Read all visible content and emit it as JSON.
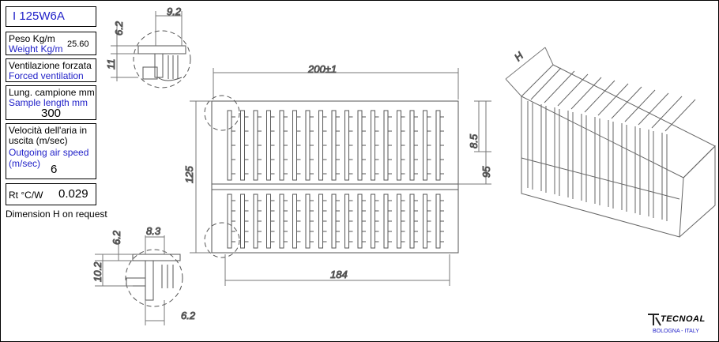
{
  "drawing": {
    "code": "I 125W6A",
    "note": "Dimension H on request"
  },
  "specs": {
    "weight": {
      "label_it": "Peso Kg/m",
      "label_en": "Weight Kg/m",
      "value": "25.60"
    },
    "ventilation": {
      "label_it": "Ventilazione forzata",
      "label_en": "Forced ventilation"
    },
    "sample_length": {
      "label_it": "Lung. campione mm",
      "label_en": "Sample length mm",
      "value": "300"
    },
    "air_speed": {
      "label_it_1": "Velocità dell'aria in",
      "label_it_2": "uscita (m/sec)",
      "label_en_1": "Outgoing air speed",
      "label_en_2": "(m/sec)",
      "value": "6"
    },
    "rt": {
      "label": "Rt °C/W",
      "value": "0.029"
    }
  },
  "dimensions": {
    "top_detail_width": "9.2",
    "top_detail_h1": "6.2",
    "top_detail_h2": "11",
    "width_total": "200±1",
    "height_total": "125",
    "right_upper": "8.5",
    "right_lower": "95",
    "base_width": "184",
    "bottom_detail_width": "8.3",
    "bottom_detail_h1": "6.2",
    "bottom_detail_h2": "10.2",
    "bottom_detail_bottom": "6.2",
    "iso_label": "H"
  },
  "logo": {
    "brand": "TECNOAL",
    "city": "BOLOGNA - ITALY"
  }
}
